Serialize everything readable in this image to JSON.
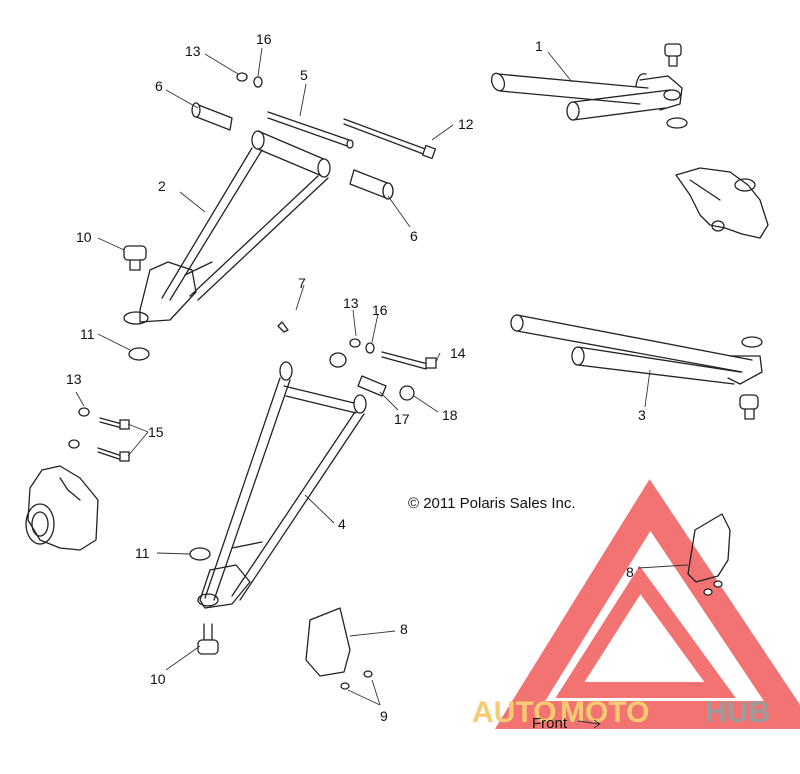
{
  "copyright": "© 2011 Polaris Sales Inc.",
  "front_label": "Front",
  "watermark": {
    "part1": "AUTO",
    "part2": "MOTO",
    "part3": "HUB",
    "color_accent": "#f6c25a",
    "color_triangle": "#f15a5a",
    "color_gray": "#8a8a8a"
  },
  "callouts": {
    "c1": "1",
    "c2": "2",
    "c3": "3",
    "c4": "4",
    "c5": "5",
    "c6a": "6",
    "c6b": "6",
    "c7": "7",
    "c8a": "8",
    "c8b": "8",
    "c9": "9",
    "c10a": "10",
    "c10b": "10",
    "c11a": "11",
    "c11b": "11",
    "c12": "12",
    "c13a": "13",
    "c13b": "13",
    "c13c": "13",
    "c14": "14",
    "c15": "15",
    "c16a": "16",
    "c16b": "16",
    "c17": "17",
    "c18": "18"
  }
}
